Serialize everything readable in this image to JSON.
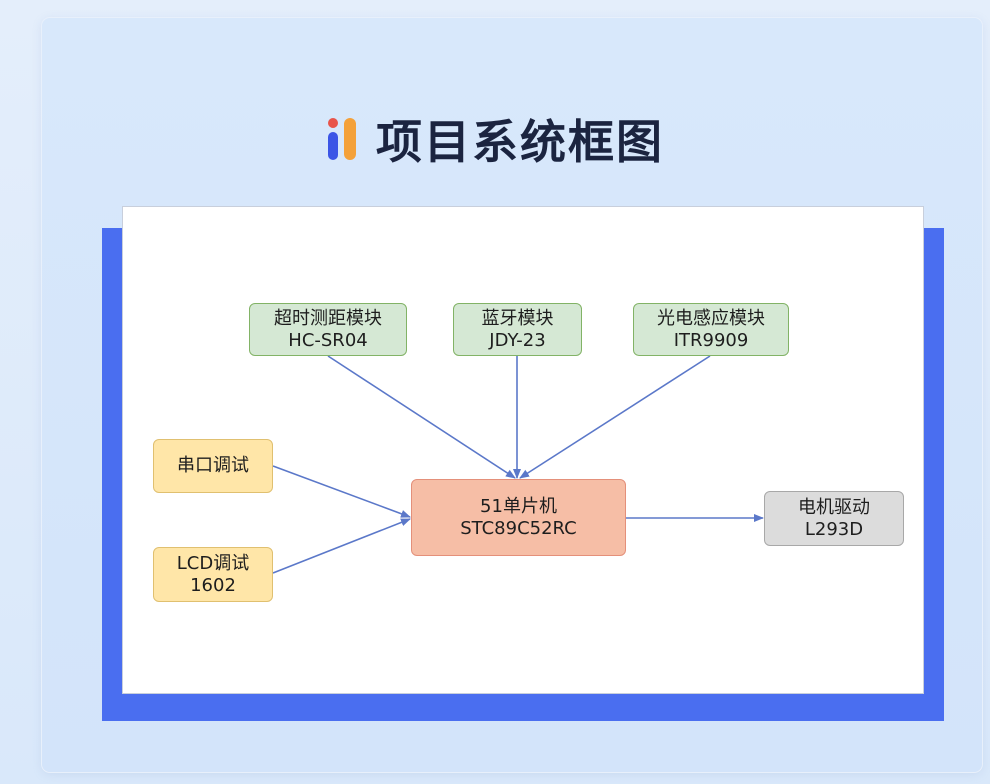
{
  "title": "项目系统框图",
  "colors": {
    "logo_blue": "#3b55e6",
    "logo_red": "#e8544a",
    "logo_orange": "#f4a13a",
    "frame_blue": "#4a6ef0",
    "edge": "#5b78c9"
  },
  "nodes": {
    "ultrasonic": {
      "line1": "超时测距模块",
      "line2": "HC-SR04"
    },
    "bluetooth": {
      "line1": "蓝牙模块",
      "line2": "JDY-23"
    },
    "photo": {
      "line1": "光电感应模块",
      "line2": "ITR9909"
    },
    "serial": {
      "line1": "串口调试"
    },
    "lcd": {
      "line1": "LCD调试",
      "line2": "1602"
    },
    "mcu": {
      "line1": "51单片机",
      "line2": "STC89C52RC"
    },
    "motor": {
      "line1": "电机驱动",
      "line2": "L293D"
    }
  },
  "edges": [
    {
      "from": "ultrasonic",
      "to": "mcu"
    },
    {
      "from": "bluetooth",
      "to": "mcu"
    },
    {
      "from": "photo",
      "to": "mcu"
    },
    {
      "from": "serial",
      "to": "mcu"
    },
    {
      "from": "lcd",
      "to": "mcu"
    },
    {
      "from": "mcu",
      "to": "motor"
    }
  ]
}
